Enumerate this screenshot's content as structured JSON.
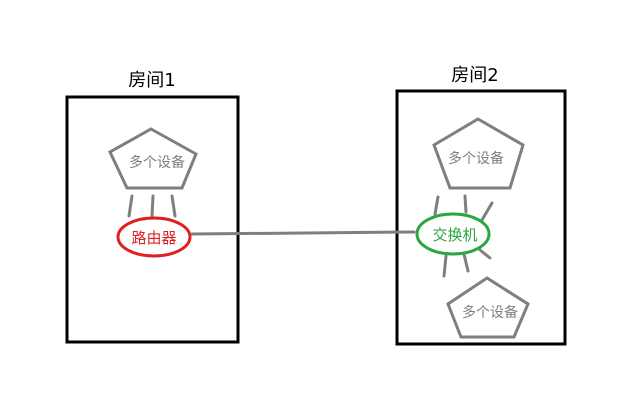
{
  "rooms": [
    {
      "title": "房间1"
    },
    {
      "title": "房间2"
    }
  ],
  "devices": [
    {
      "label": "多个设备"
    },
    {
      "label": "多个设备"
    },
    {
      "label": "多个设备"
    }
  ],
  "router": {
    "label": "路由器",
    "color": "#e02020"
  },
  "switch": {
    "label": "交换机",
    "color": "#2aa640"
  },
  "colors": {
    "room_border": "#000000",
    "device_border": "#7f7f7f",
    "link": "#7f7f7f"
  }
}
